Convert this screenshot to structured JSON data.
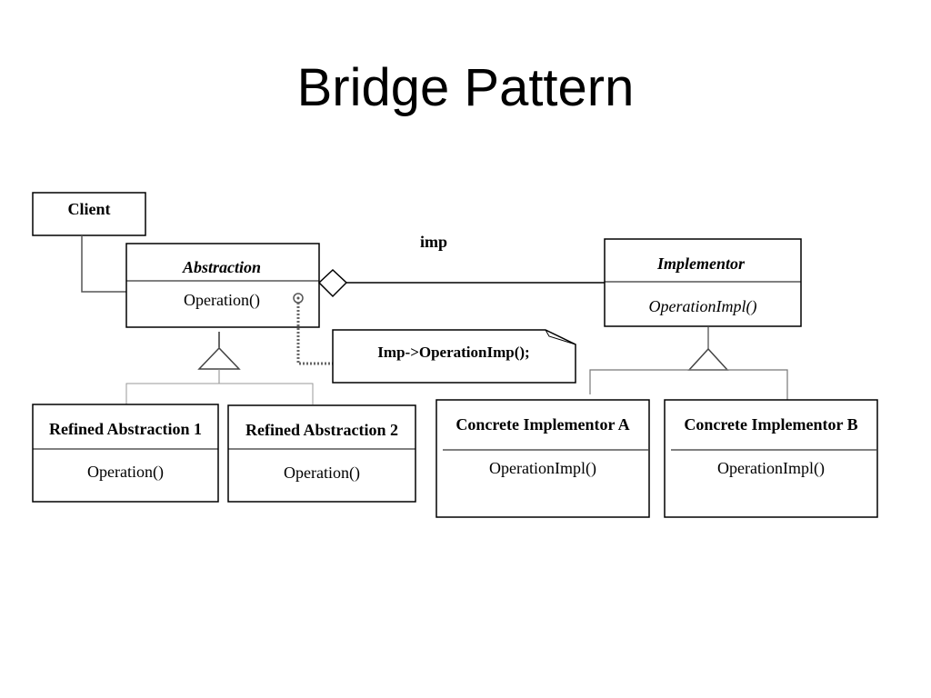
{
  "slide": {
    "title": "Bridge Pattern"
  },
  "diagram": {
    "association_label": "imp",
    "note_text": "Imp->OperationImp();",
    "classes": {
      "client": {
        "name": "Client"
      },
      "abstraction": {
        "name": "Abstraction",
        "operation": "Operation()"
      },
      "implementor": {
        "name": "Implementor",
        "operation": "OperationImpl()"
      },
      "refined1": {
        "name": "Refined Abstraction 1",
        "operation": "Operation()"
      },
      "refined2": {
        "name": "Refined Abstraction 2",
        "operation": "Operation()"
      },
      "concreteA": {
        "name": "Concrete Implementor A",
        "operation": "OperationImpl()"
      },
      "concreteB": {
        "name": "Concrete Implementor B",
        "operation": "OperationImpl()"
      }
    }
  }
}
